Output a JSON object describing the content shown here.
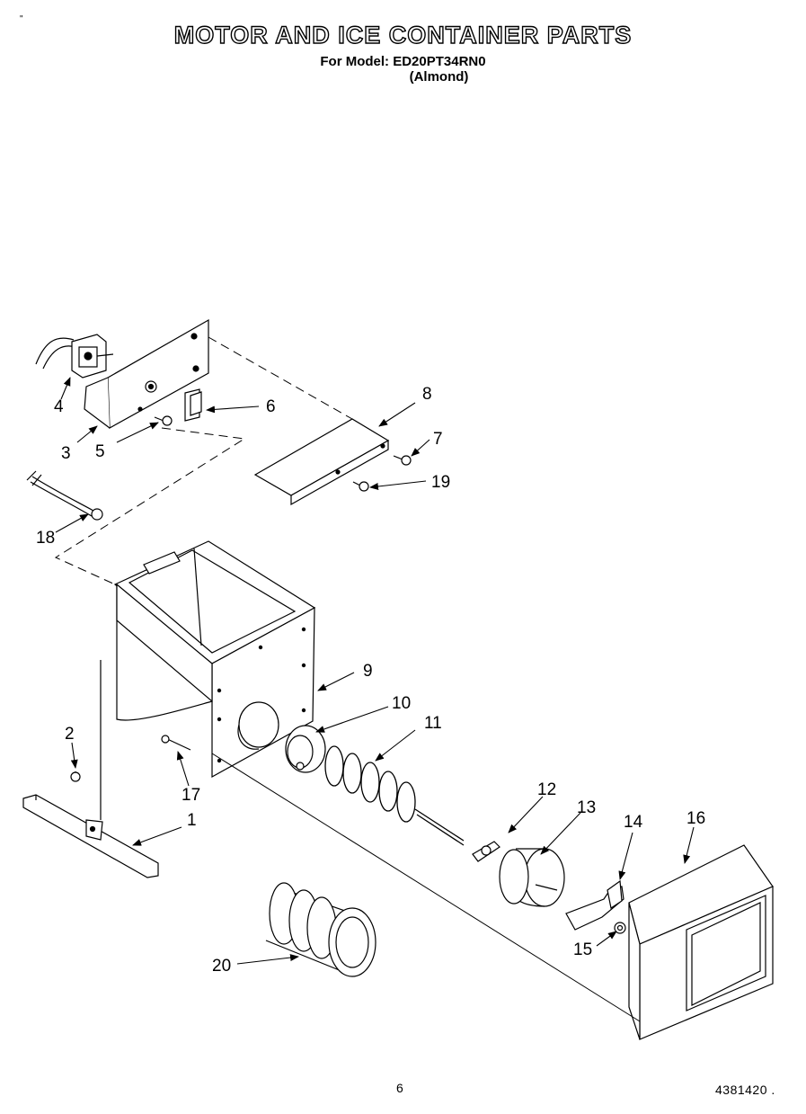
{
  "header": {
    "title": "MOTOR AND ICE CONTAINER PARTS",
    "model_line": "For Model: ED20PT34RN0",
    "color_line": "(Almond)",
    "corner_mark": "\""
  },
  "footer": {
    "page_number": "6",
    "document_number": "4381420 ."
  },
  "callouts": [
    {
      "id": "1",
      "label": "1"
    },
    {
      "id": "2",
      "label": "2"
    },
    {
      "id": "3",
      "label": "3"
    },
    {
      "id": "4",
      "label": "4"
    },
    {
      "id": "5",
      "label": "5"
    },
    {
      "id": "6",
      "label": "6"
    },
    {
      "id": "7",
      "label": "7"
    },
    {
      "id": "8",
      "label": "8"
    },
    {
      "id": "9",
      "label": "9"
    },
    {
      "id": "10",
      "label": "10"
    },
    {
      "id": "11",
      "label": "11"
    },
    {
      "id": "12",
      "label": "12"
    },
    {
      "id": "13",
      "label": "13"
    },
    {
      "id": "14",
      "label": "14"
    },
    {
      "id": "15",
      "label": "15"
    },
    {
      "id": "16",
      "label": "16"
    },
    {
      "id": "17",
      "label": "17"
    },
    {
      "id": "18",
      "label": "18"
    },
    {
      "id": "19",
      "label": "19"
    },
    {
      "id": "20",
      "label": "20"
    }
  ]
}
